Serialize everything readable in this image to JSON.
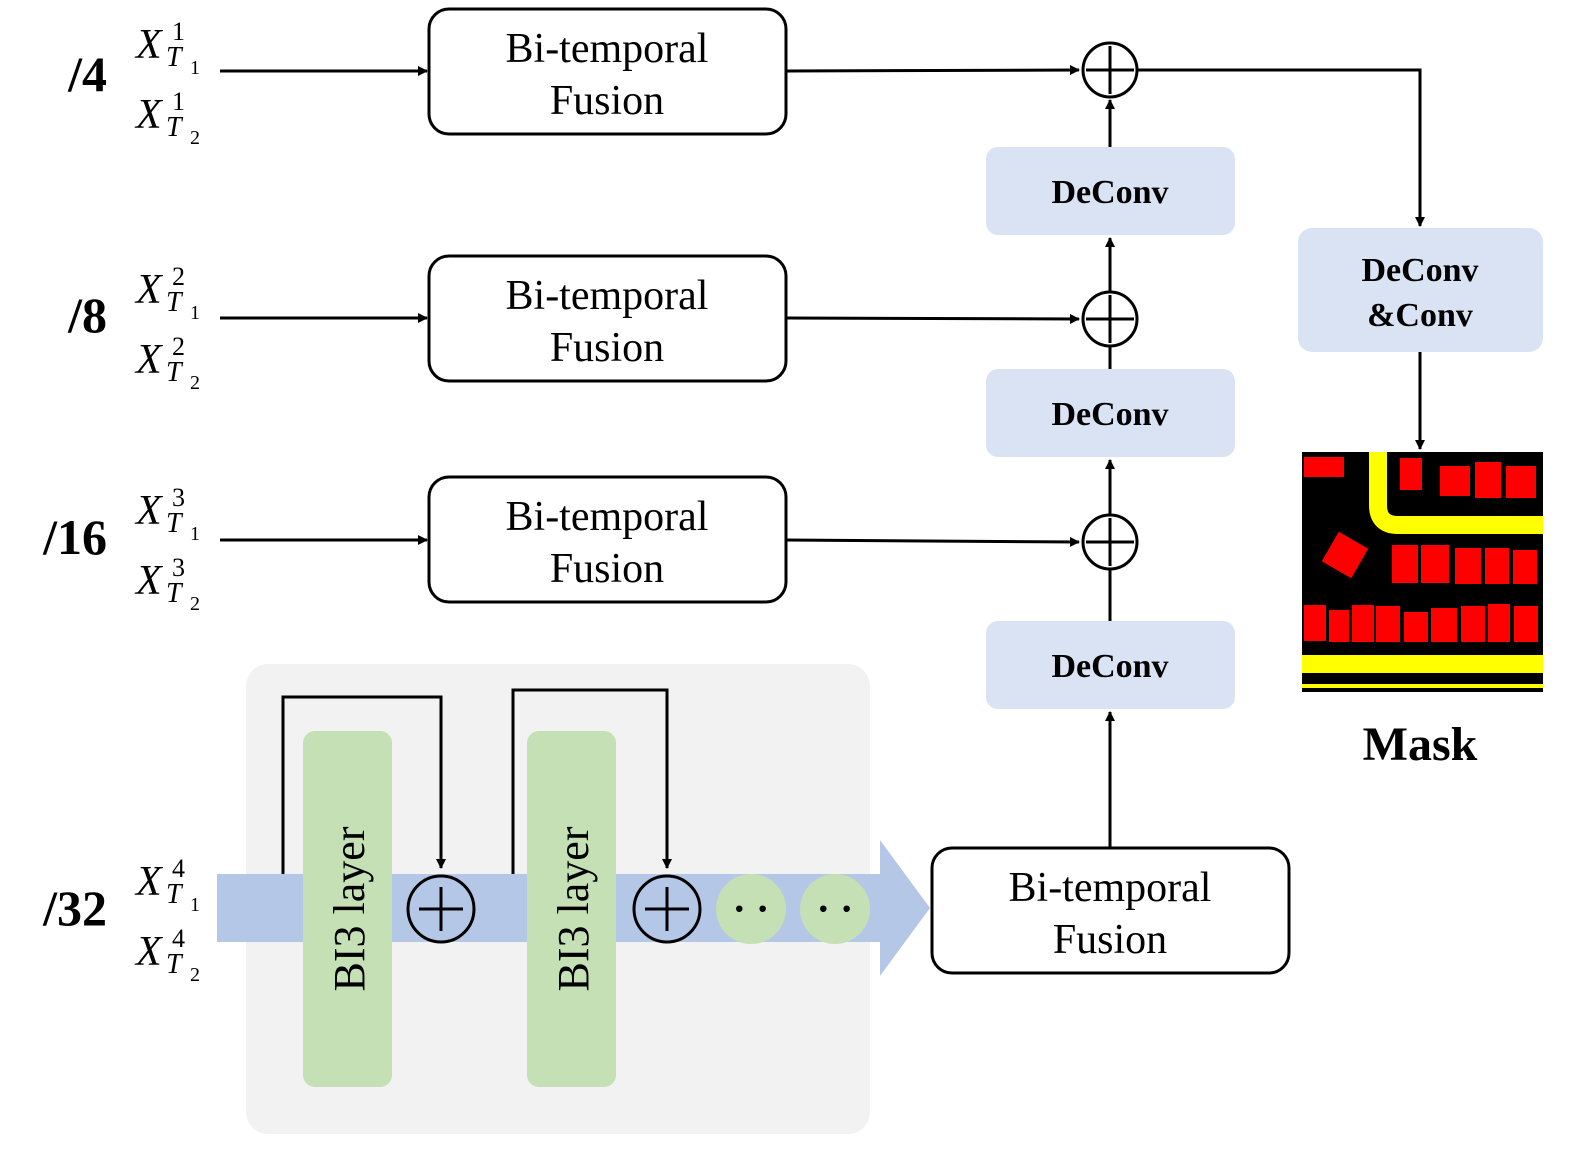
{
  "scales": [
    {
      "label": "/4",
      "sup": "1"
    },
    {
      "label": "/8",
      "sup": "2"
    },
    {
      "label": "/16",
      "sup": "3"
    },
    {
      "label": "/32",
      "sup": "4"
    }
  ],
  "input_var": {
    "base": "X",
    "t": "T",
    "t1_sub": "1",
    "t2_sub": "2"
  },
  "fusion": {
    "line1": "Bi-temporal",
    "line2": "Fusion"
  },
  "deconv_label": "DeConv",
  "deconv_conv": {
    "line1": "DeConv",
    "line2": "&Conv"
  },
  "bi3_label": "BI3 layer",
  "dots": "· ·",
  "mask_label": "Mask",
  "colors": {
    "deconv_fill": "#dae3f3",
    "bi3_fill": "#c5e0b4",
    "stream_fill": "#b4c7e7",
    "panel_fill": "#f2f2f2",
    "mask_bg": "#000000",
    "mask_building": "#ff0000",
    "mask_road": "#ffff00"
  }
}
